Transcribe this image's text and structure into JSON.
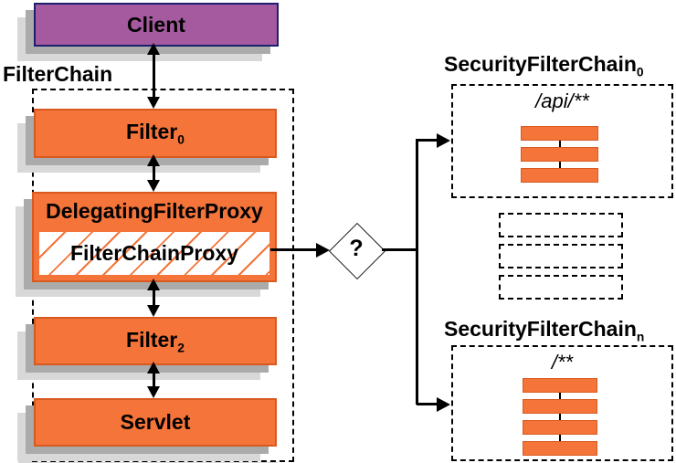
{
  "diagram": {
    "client_label": "Client",
    "filter_chain_label": "FilterChain",
    "filter0": {
      "base": "Filter",
      "sub": "0"
    },
    "delegating_filter_proxy_label": "DelegatingFilterProxy",
    "filter_chain_proxy_label": "FilterChainProxy",
    "filter2": {
      "base": "Filter",
      "sub": "2"
    },
    "servlet_label": "Servlet",
    "decision_label": "?",
    "security_chain_0": {
      "title_base": "SecurityFilterChain",
      "title_sub": "0",
      "url_pattern": "/api/**",
      "filter_count": 3
    },
    "placeholder_chain_count": 3,
    "security_chain_n": {
      "title_base": "SecurityFilterChain",
      "title_sub": "n",
      "url_pattern": "/**",
      "filter_count": 4
    }
  },
  "colors": {
    "box_orange": "#f4743a",
    "box_orange_border": "#d85a20",
    "client_purple": "#a55a9f",
    "client_border_navy": "#1c1f6e",
    "shadow_dark": "#ababab",
    "shadow_light": "#d8d8d8",
    "line_black": "#000000"
  }
}
